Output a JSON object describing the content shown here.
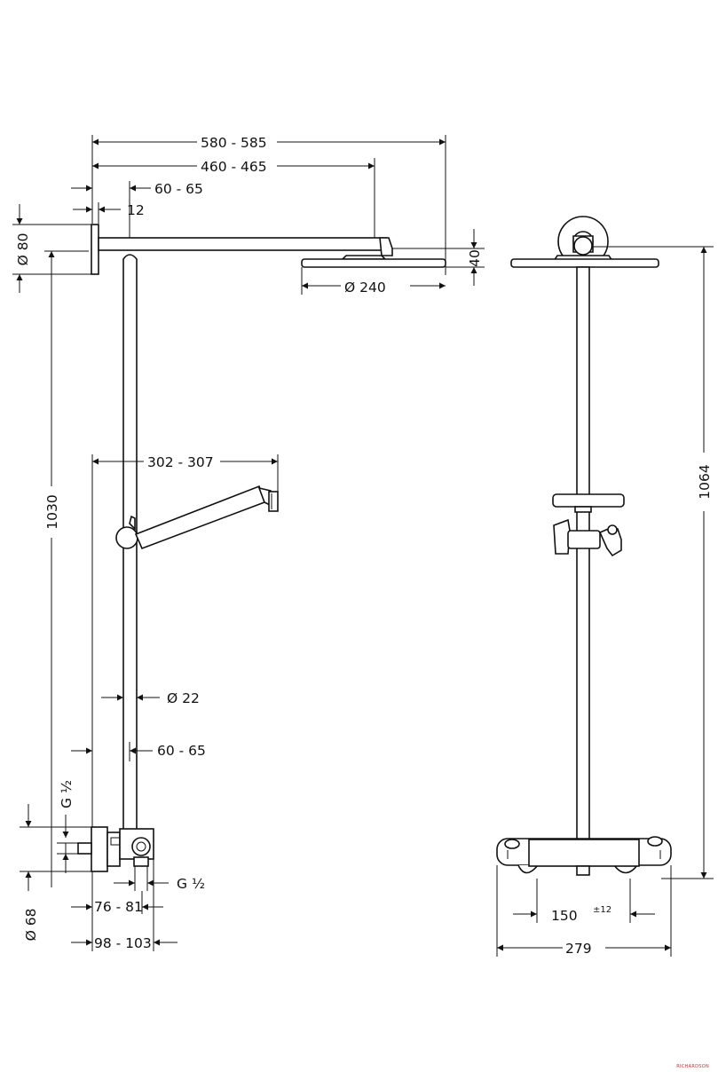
{
  "dimensions": {
    "overall_reach": "580 - 585",
    "arm_reach": "460 - 465",
    "wall_offset_top": "60 - 65",
    "wall_plate_thickness": "12",
    "wall_plate_diameter": "Ø 80",
    "head_height": "40",
    "head_diameter": "Ø 240",
    "hand_shower_reach": "302 - 307",
    "total_height_left": "1030",
    "rail_diameter": "Ø 22",
    "wall_offset_bottom": "60 - 65",
    "thread_inlet": "G ½",
    "thread_outlet": "G ½",
    "mixer_depth_1": "76 - 81",
    "mixer_depth_2": "98 - 103",
    "escutcheon_diameter": "Ø 68",
    "total_height_right": "1064",
    "inlet_spacing": "150",
    "inlet_spacing_tolerance": "±12",
    "mixer_width": "279"
  },
  "watermark": "RICHARDSON"
}
